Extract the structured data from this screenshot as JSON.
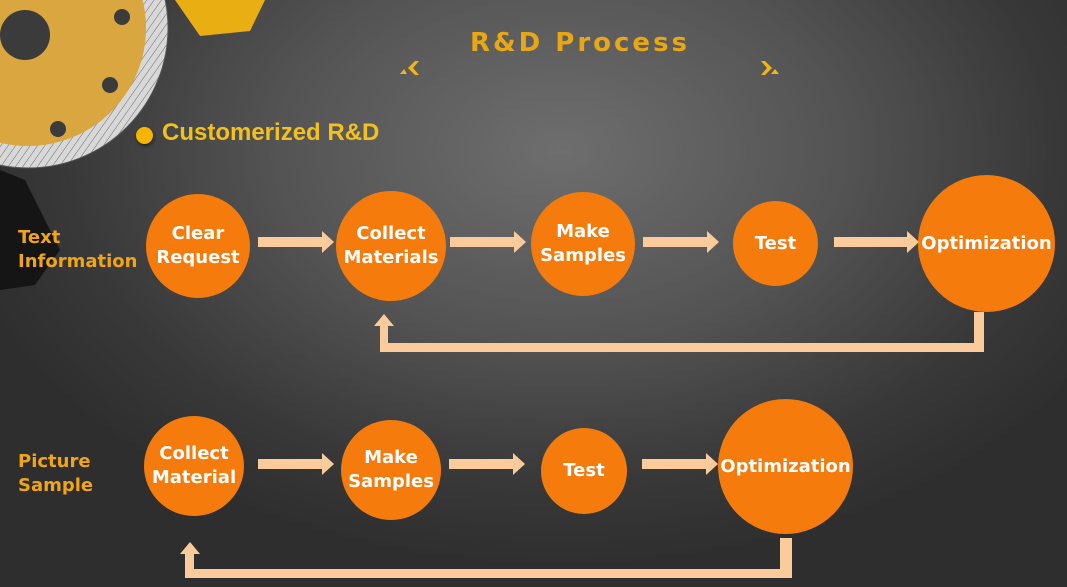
{
  "header": {
    "title": "R&D Process",
    "left_chevron_icon": "chevron-left-icon",
    "right_chevron_icon": "chevron-right-icon"
  },
  "section": {
    "subtitle": "Customerized R&D"
  },
  "colors": {
    "title": "#e8a713",
    "subtitle": "#f2c11e",
    "node_fill": "#f57c0c",
    "arrow_fill": "#fccb9c",
    "blade_fill": "#d9a63f",
    "hexagon_fill": "#e9ae12"
  },
  "rows": [
    {
      "label_line1": "Text",
      "label_line2": "Information",
      "steps": [
        {
          "line1": "Clear",
          "line2": "Request"
        },
        {
          "line1": "Collect",
          "line2": "Materials"
        },
        {
          "line1": "Make",
          "line2": "Samples"
        },
        {
          "line1": "Test",
          "line2": ""
        },
        {
          "line1": "Optimization",
          "line2": ""
        }
      ],
      "feedback": {
        "from": "Optimization",
        "to": "Collect Materials"
      }
    },
    {
      "label_line1": "Picture",
      "label_line2": "Sample",
      "steps": [
        {
          "line1": "Collect",
          "line2": "Material"
        },
        {
          "line1": "Make",
          "line2": "Samples"
        },
        {
          "line1": "Test",
          "line2": ""
        },
        {
          "line1": "Optimization",
          "line2": ""
        }
      ],
      "feedback": {
        "from": "Optimization",
        "to": "Collect Material"
      }
    }
  ]
}
